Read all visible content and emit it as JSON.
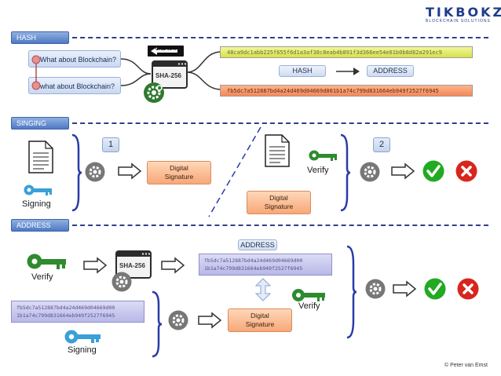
{
  "logo": {
    "wordmark": "TIKBOKZ",
    "tagline": "BLOCKCHAIN SOLUTIONS"
  },
  "sections": {
    "hash": "HASH",
    "signing": "SINGING",
    "address": "ADDRESS"
  },
  "hash_section": {
    "message_1": "What about Blockchain?",
    "message_2": "what about Blockchain?",
    "one_way_sign": "ONE WAY",
    "algorithm": "SHA-256",
    "hash_1": "48ca9dc1abb225f655f6d1a3af38c8eab4b891f3d366ee54e01b0b8d82a291ec9",
    "hash_2": "fb5dc7a512887bd4a24d469d04669d001b1a74c799d831664eb949f2527f6945",
    "legend_hash": "HASH",
    "legend_address": "ADDRESS"
  },
  "signing_section": {
    "step_1": "1",
    "step_2": "2",
    "digital_signature_1": "Digital\nSignature",
    "digital_signature_2": "Digital\nSignature",
    "signing_label": "Signing",
    "verify_label": "Verify"
  },
  "address_section": {
    "algorithm": "SHA-256",
    "address_label": "ADDRESS",
    "address_value": "fb5dc7a512887bd4a24d469d04669d00\n1b1a74c799d831664eb949f2527f6945",
    "private_value": "fb5dc7a512887bd4a24d469d04669d00\n1b1a74c799d831664eb949f2527f6945",
    "digital_signature": "Digital\nSignature",
    "verify_label_1": "Verify",
    "verify_label_2": "Verify",
    "signing_label": "Signing"
  },
  "credit": "© Peter van Emst",
  "colors": {
    "dash": "#2e3f8f",
    "bracket": "#2b3aa8",
    "key_green": "#2e8b2e",
    "key_blue": "#3aa0d8",
    "check": "#22aa22",
    "cross": "#d8261c"
  }
}
